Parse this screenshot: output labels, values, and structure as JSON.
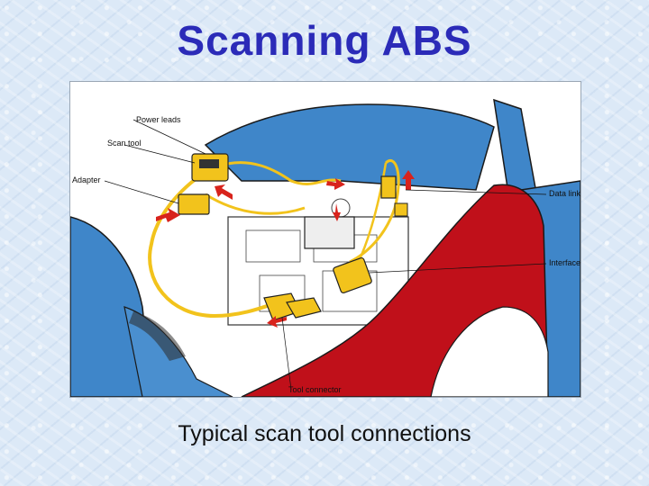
{
  "slide": {
    "title": "Scanning ABS",
    "caption": "Typical scan tool connections"
  },
  "diagram": {
    "labels": {
      "power_leads": "Power leads",
      "scan_tool": "Scan tool",
      "adapter": "Adapter",
      "data_link": "Data link",
      "interface": "Interface",
      "tool_connector": "Tool connector"
    },
    "colors": {
      "body_blue": "#3f86c9",
      "fender_red": "#c0101a",
      "cable_yellow": "#f2c31c",
      "arrow_red": "#d8231c",
      "background": "#dce9f7",
      "title": "#2b2bb8"
    }
  }
}
